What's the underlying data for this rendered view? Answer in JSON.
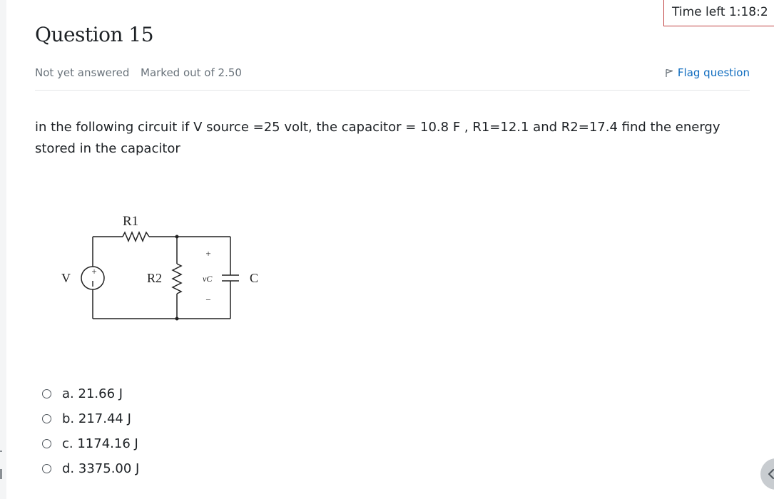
{
  "timer": {
    "text": "Time left 1:18:2"
  },
  "question": {
    "title": "Question 15",
    "status": "Not yet answered",
    "marked": "Marked out of 2.50",
    "flag_label": "Flag question",
    "text": "in the following circuit if V source =25 volt, the capacitor = 10.8 F , R1=12.1 and R2=17.4 find the energy stored in the capacitor"
  },
  "circuit": {
    "r1_label": "R1",
    "r2_label": "R2",
    "v_label": "V",
    "c_label": "C",
    "vc_label": "vC",
    "plus": "+",
    "minus": "−"
  },
  "answers": [
    {
      "letter": "a.",
      "value": "21.66 J"
    },
    {
      "letter": "b.",
      "value": "217.44 J"
    },
    {
      "letter": "c.",
      "value": "1174.16 J"
    },
    {
      "letter": "d.",
      "value": "3375.00 J"
    }
  ],
  "icons": {
    "flag": "flag-icon",
    "scroll": "chevron-left-icon"
  },
  "colors": {
    "link": "#0f6cbf",
    "timer_border": "#c04040",
    "muted_text": "#6a737b"
  }
}
